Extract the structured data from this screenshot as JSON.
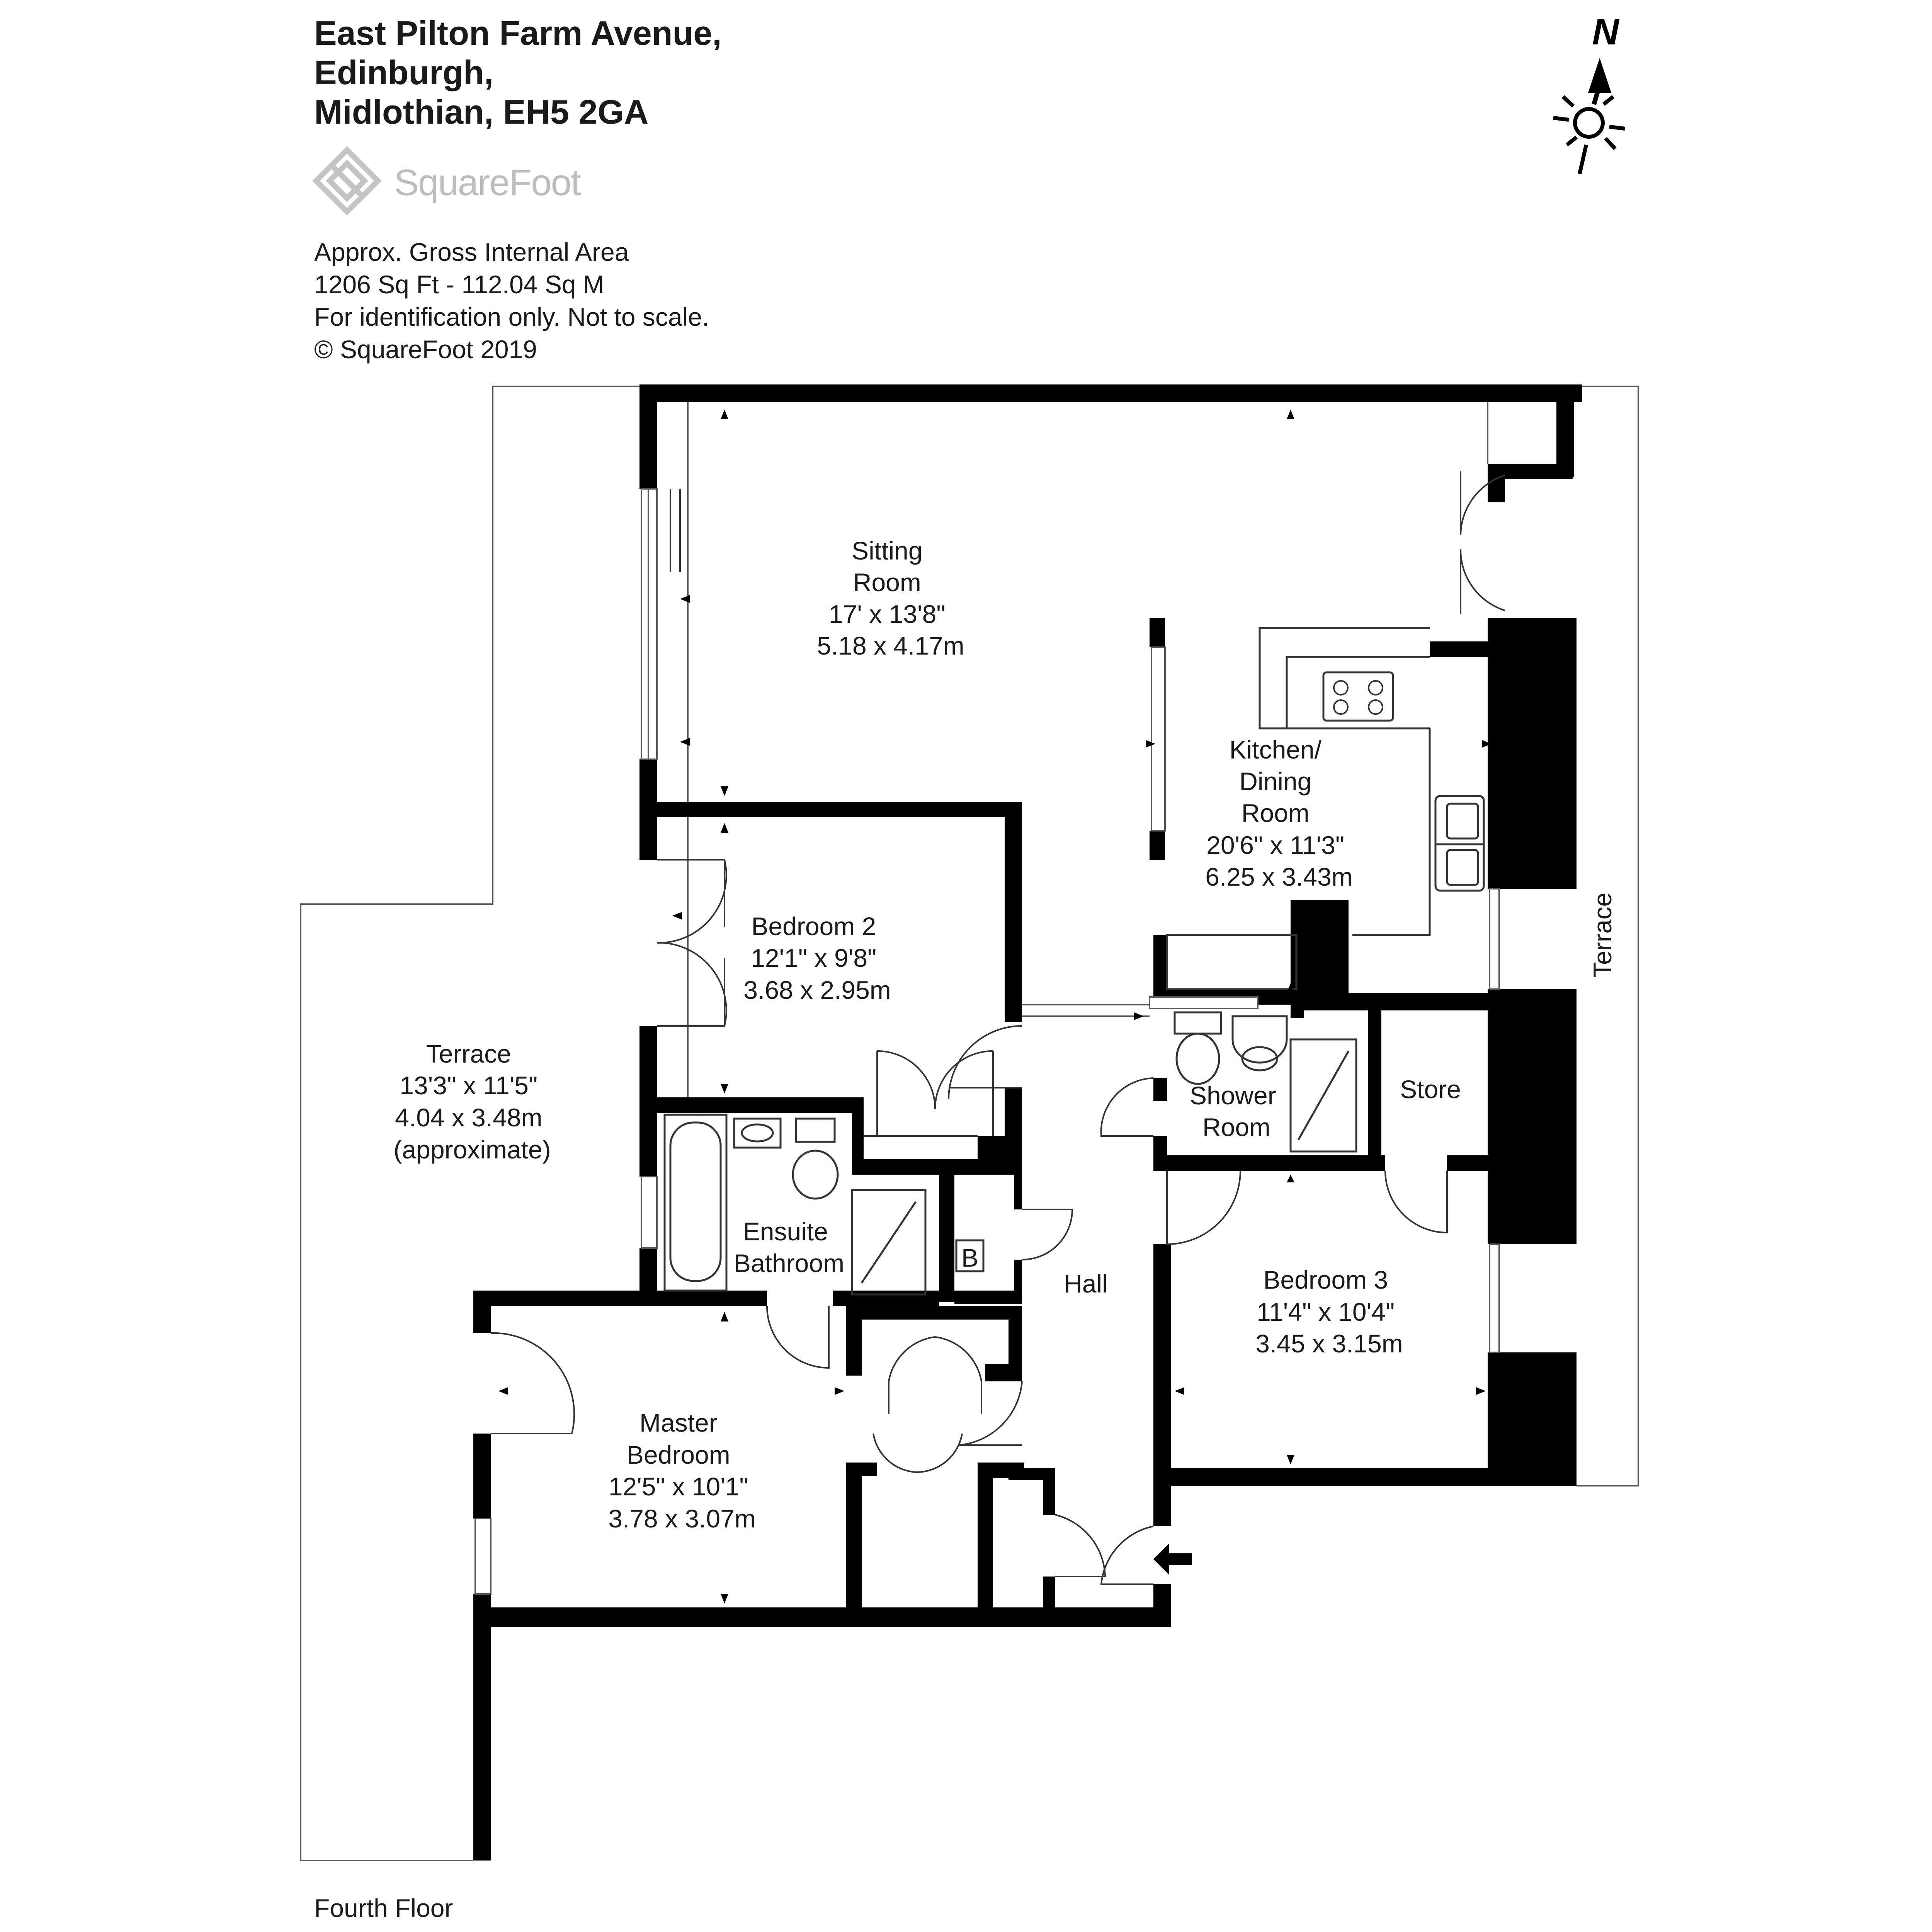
{
  "header": {
    "address_line1": "East Pilton Farm Avenue,",
    "address_line2": "Edinburgh,",
    "address_line3": "Midlothian, EH5 2GA"
  },
  "logo": {
    "text": "SquareFoot"
  },
  "info": {
    "line1": "Approx. Gross Internal Area",
    "line2": "1206 Sq Ft  -  112.04 Sq M",
    "line3": "For identification only. Not to scale.",
    "line4": "© SquareFoot 2019"
  },
  "compass": {
    "label": "N"
  },
  "rooms": {
    "sitting": {
      "l1": "Sitting",
      "l2": "Room",
      "l3": "17' x 13'8\"",
      "l4": "5.18 x 4.17m"
    },
    "kitchen": {
      "l1": "Kitchen/",
      "l2": "Dining",
      "l3": "Room",
      "l4": "20'6\" x 11'3\"",
      "l5": "6.25 x 3.43m"
    },
    "bedroom2": {
      "l1": "Bedroom 2",
      "l2": "12'1\" x 9'8\"",
      "l3": "3.68 x 2.95m"
    },
    "terrace_left": {
      "l1": "Terrace",
      "l2": "13'3\" x 11'5\"",
      "l3": "4.04 x 3.48m",
      "l4": "(approximate)"
    },
    "shower": {
      "l1": "Shower",
      "l2": "Room"
    },
    "store": {
      "l1": "Store"
    },
    "ensuite": {
      "l1": "Ensuite",
      "l2": "Bathroom"
    },
    "boiler": {
      "l1": "B"
    },
    "hall": {
      "l1": "Hall"
    },
    "bedroom3": {
      "l1": "Bedroom 3",
      "l2": "11'4\" x 10'4\"",
      "l3": "3.45 x 3.15m"
    },
    "master": {
      "l1": "Master",
      "l2": "Bedroom",
      "l3": "12'5\" x 10'1\"",
      "l4": "3.78 x 3.07m"
    },
    "terrace_right": {
      "l1": "Terrace"
    }
  },
  "footer": {
    "floor_label": "Fourth Floor"
  }
}
